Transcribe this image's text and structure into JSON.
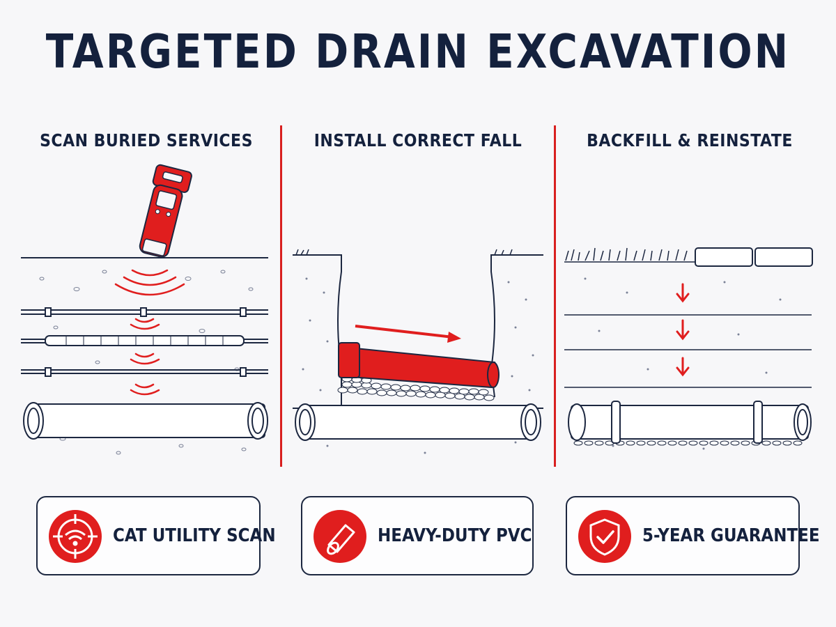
{
  "title": "TARGETED DRAIN EXCAVATION",
  "panels": [
    {
      "title": "SCAN BURIED SERVICES"
    },
    {
      "title": "INSTALL CORRECT FALL"
    },
    {
      "title": "BACKFILL & REINSTATE"
    }
  ],
  "badges": [
    {
      "label": "CAT UTILITY SCAN",
      "icon": "target-scan-icon"
    },
    {
      "label": "HEAVY-DUTY PVC",
      "icon": "pipe-icon"
    },
    {
      "label": "5-YEAR GUARANTEE",
      "icon": "shield-check-icon"
    }
  ],
  "colors": {
    "accent": "#e01e1e",
    "ink": "#14213d",
    "background": "#f7f7f9"
  }
}
